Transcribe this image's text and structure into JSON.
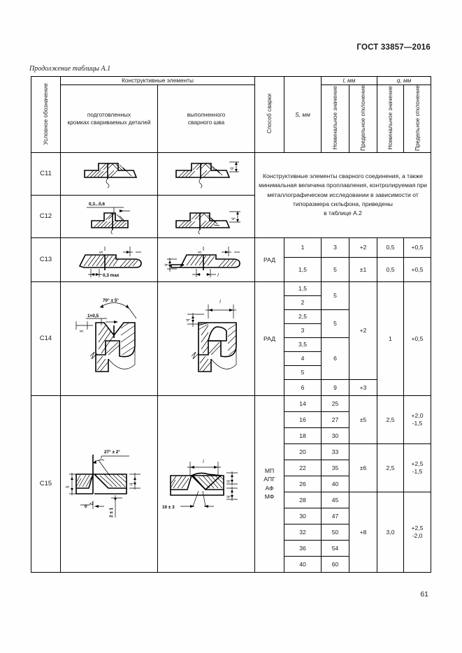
{
  "document": {
    "standard_title": "ГОСТ 33857—2016",
    "table_caption": "Продолжение таблицы А.1",
    "page_number": "61"
  },
  "table": {
    "headers": {
      "symbol": "Условное обозначение",
      "constructive_elements": "Конструктивные элементы",
      "prepared_edges_l1": "подготовленных",
      "prepared_edges_l2": "кромках свариваемых деталей",
      "completed_weld_l1": "выполненного",
      "completed_weld_l2": "сварного шва",
      "welding_method": "Способ сварки",
      "thickness": "S, мм",
      "l_mm": "l, мм",
      "q_mm": "q, мм",
      "nominal_value": "Номинальное значение",
      "limit_deviation": "Предельное отклонение"
    },
    "note": {
      "text": "Конструктивные элементы сварного соединения, а также минимальная величина проплавления, контролируемая при металлографическом исследовании в зависимости от типоразмера сильфона, приведены",
      "last_line": "в таблице А.2"
    },
    "rows": [
      {
        "symbol": "C11",
        "drawing_labels": {
          "q": "q"
        }
      },
      {
        "symbol": "C12",
        "drawing_labels": {
          "gap": "0,3...0,6",
          "q": "q"
        }
      },
      {
        "symbol": "C13",
        "drawing_labels": {
          "smax": "0,3 max",
          "s": "S",
          "q": "q",
          "l": "l"
        },
        "welding_method": "РАД",
        "data": [
          {
            "s": "1",
            "l_nom": "3",
            "l_dev": "+2",
            "q_nom": "0,5",
            "q_dev": "+0,5"
          },
          {
            "s": "1,5",
            "l_nom": "5",
            "l_dev": "±1",
            "q_nom": "0,5",
            "q_dev": "+0,5"
          }
        ]
      },
      {
        "symbol": "C14",
        "drawing_labels": {
          "angle": "70° ± 5°",
          "chamfer": "1×0,5",
          "s": "S",
          "q": "q",
          "l": "l"
        },
        "welding_method": "РАД",
        "s_values": [
          "1,5",
          "2",
          "2,5",
          "3",
          "3,5",
          "4",
          "5",
          "6"
        ],
        "l_groups": [
          {
            "value": "5",
            "span": 2
          },
          {
            "value": "5",
            "span": 2
          },
          {
            "value": "6",
            "span": 3
          },
          {
            "value": "9",
            "span": 1
          }
        ],
        "l_dev_groups": [
          {
            "value": "+2",
            "span": 7
          },
          {
            "value": "+3",
            "span": 1
          }
        ],
        "q_nom": "1",
        "q_dev": "+0,5"
      },
      {
        "symbol": "C15",
        "drawing_labels": {
          "angle": "27° ± 2°",
          "gap": "0+2",
          "depth": "2 ± 1",
          "width": "10 ± 3",
          "s": "S",
          "q": "q",
          "l": "l"
        },
        "welding_method_lines": [
          "МП",
          "АПГ",
          "АФ",
          "МФ"
        ],
        "data_groups": [
          {
            "rows": [
              {
                "s": "14",
                "l": "25"
              },
              {
                "s": "16",
                "l": "27"
              },
              {
                "s": "18",
                "l": "30"
              }
            ],
            "l_dev": "±5",
            "q_nom": "2,5",
            "q_dev_l1": "+2,0",
            "q_dev_l2": "-1,5"
          },
          {
            "rows": [
              {
                "s": "20",
                "l": "33"
              },
              {
                "s": "22",
                "l": "35"
              },
              {
                "s": "26",
                "l": "40"
              }
            ],
            "l_dev": "±6",
            "q_nom": "2,5",
            "q_dev_l1": "+2,5",
            "q_dev_l2": "-1,5"
          },
          {
            "rows": [
              {
                "s": "28",
                "l": "45"
              },
              {
                "s": "30",
                "l": "47"
              },
              {
                "s": "32",
                "l": "50"
              },
              {
                "s": "36",
                "l": "54"
              },
              {
                "s": "40",
                "l": "60"
              }
            ],
            "l_dev": "+8",
            "q_nom": "3,0",
            "q_dev_l1": "+2,5",
            "q_dev_l2": "-2,0"
          }
        ]
      }
    ]
  }
}
